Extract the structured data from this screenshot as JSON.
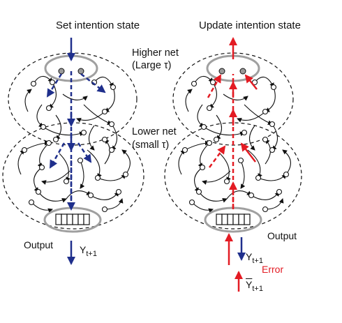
{
  "headers": {
    "left": "Set  intention state",
    "right": "Update intention state"
  },
  "labels": {
    "higher_net": "Higher net",
    "higher_tau": "(Large τ)",
    "lower_net": "Lower net",
    "lower_tau": "(small τ)",
    "output_left": "Output",
    "output_right": "Output",
    "error": "Error"
  },
  "symbols": {
    "y_left": "Y",
    "y_left_sub": "t+1",
    "y_right": "Y",
    "y_right_sub": "t+1",
    "ybar": "Y",
    "ybar_sub": "t+1"
  },
  "colors": {
    "blue": "#1f2f8c",
    "red": "#e31b23",
    "gray": "#a0a0a0",
    "ink": "#111111"
  }
}
